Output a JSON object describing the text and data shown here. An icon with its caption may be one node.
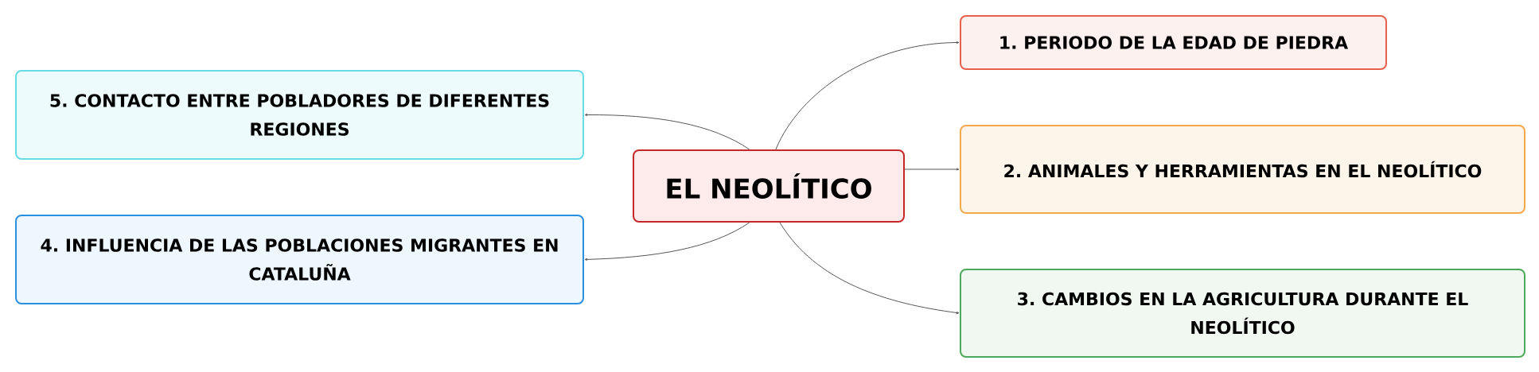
{
  "diagram": {
    "nodes": [
      {
        "text": [
          "EL NEOLÍTICO"
        ]
      },
      {
        "text": [
          "1. PERIODO DE LA EDAD DE PIEDRA"
        ]
      },
      {
        "text": [
          "2. ANIMALES Y HERRAMIENTAS EN EL NEOLÍTICO"
        ]
      },
      {
        "text": [
          "3. CAMBIOS EN LA AGRICULTURA DURANTE EL NEOLÍTICO"
        ]
      },
      {
        "text": [
          "4. INFLUENCIA DE LAS POBLACIONES MIGRANTES EN CATALUÑA"
        ]
      },
      {
        "text": [
          "5. CONTACTO ENTRE POBLADORES DE DIFERENTES REGIONES"
        ]
      }
    ],
    "edges": [
      {
        "from": 0,
        "to": 1,
        "arrow": "to"
      },
      {
        "from": 0,
        "to": 2,
        "arrow": "to"
      },
      {
        "from": 0,
        "to": 3,
        "arrow": "to"
      },
      {
        "from": 0,
        "to": 4,
        "arrow": "to"
      },
      {
        "from": 0,
        "to": 5,
        "arrow": "to"
      }
    ]
  }
}
